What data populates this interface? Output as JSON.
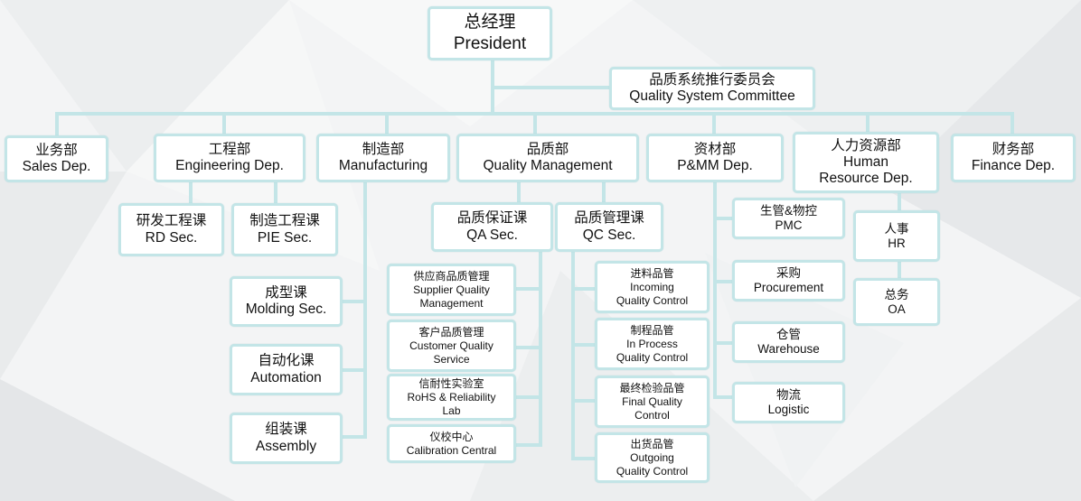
{
  "president": {
    "cn": "总经理",
    "en": "President"
  },
  "committee": {
    "cn": "品质系统推行委员会",
    "en": "Quality System Committee"
  },
  "departments": {
    "sales": {
      "cn": "业务部",
      "en": "Sales Dep."
    },
    "engineering": {
      "cn": "工程部",
      "en": "Engineering Dep."
    },
    "manufacturing": {
      "cn": "制造部",
      "en": "Manufacturing"
    },
    "quality": {
      "cn": "品质部",
      "en": "Quality Management"
    },
    "pmm": {
      "cn": "资材部",
      "en": "P&MM Dep."
    },
    "hr": {
      "cn": "人力资源部",
      "en1": "Human",
      "en2": "Resource Dep."
    },
    "finance": {
      "cn": "财务部",
      "en": "Finance Dep."
    }
  },
  "engineering": {
    "rd": {
      "cn": "研发工程课",
      "en": "RD Sec."
    },
    "pie": {
      "cn": "制造工程课",
      "en": "PIE Sec."
    }
  },
  "manufacturing": {
    "molding": {
      "cn": "成型课",
      "en": "Molding Sec."
    },
    "automation": {
      "cn": "自动化课",
      "en": "Automation"
    },
    "assembly": {
      "cn": "组装课",
      "en": "Assembly"
    }
  },
  "quality": {
    "qa": {
      "cn": "品质保证课",
      "en": "QA Sec."
    },
    "qc": {
      "cn": "品质管理课",
      "en": "QC Sec."
    },
    "qa_items": [
      {
        "cn": "供应商品质管理",
        "en1": "Supplier Quality",
        "en2": "Management"
      },
      {
        "cn": "客户品质管理",
        "en1": "Customer Quality",
        "en2": "Service"
      },
      {
        "cn": "信耐性实验室",
        "en1": "RoHS & Reliability",
        "en2": "Lab"
      },
      {
        "cn": "仪校中心",
        "en1": "Calibration Central",
        "en2": ""
      }
    ],
    "qc_items": [
      {
        "cn": "进料品管",
        "en1": "Incoming",
        "en2": "Quality Control"
      },
      {
        "cn": "制程品管",
        "en1": "In Process",
        "en2": "Quality Control"
      },
      {
        "cn": "最终检验品管",
        "en1": "Final Quality",
        "en2": "Control"
      },
      {
        "cn": "出货品管",
        "en1": "Outgoing",
        "en2": "Quality Control"
      }
    ]
  },
  "pmm": {
    "pmc": {
      "cn": "生管&物控",
      "en": "PMC"
    },
    "procurement": {
      "cn": "采购",
      "en": "Procurement"
    },
    "warehouse": {
      "cn": "仓管",
      "en": "Warehouse"
    },
    "logistic": {
      "cn": "物流",
      "en": "Logistic"
    }
  },
  "hr": {
    "hr": {
      "cn": "人事",
      "en": "HR"
    },
    "oa": {
      "cn": "总务",
      "en": "OA"
    }
  },
  "colors": {
    "line": "#c3e5e7",
    "box_border": "#c3e5e7",
    "box_fill": "#ffffff",
    "text": "#111111"
  }
}
